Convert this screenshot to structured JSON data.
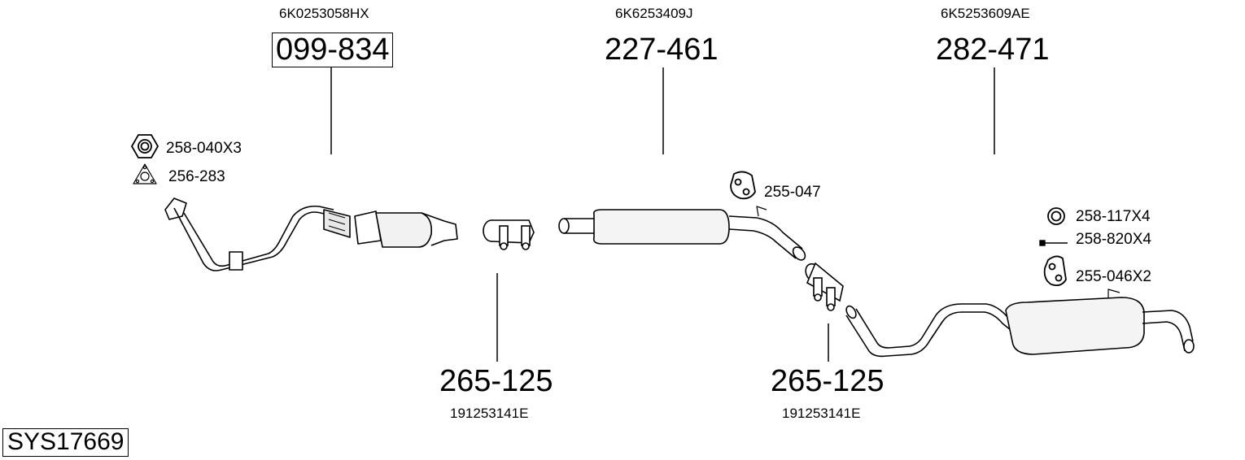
{
  "diagram": {
    "system_id": "SYS17669",
    "parts": [
      {
        "oem": "6K0253058HX",
        "part": "099-834",
        "boxed": true
      },
      {
        "oem": "6K6253409J",
        "part": "227-461",
        "boxed": false
      },
      {
        "oem": "6K5253609AE",
        "part": "282-471",
        "boxed": false
      },
      {
        "oem": "191253141E",
        "part": "265-125",
        "boxed": false
      },
      {
        "oem": "191253141E",
        "part": "265-125",
        "boxed": false
      }
    ],
    "accessories": [
      {
        "label": "258-040X3",
        "icon": "nut-icon"
      },
      {
        "label": "256-283",
        "icon": "gasket-icon"
      },
      {
        "label": "255-047",
        "icon": "rubber-hanger-icon"
      },
      {
        "label": "258-117X4",
        "icon": "washer-icon"
      },
      {
        "label": "258-820X4",
        "icon": "bolt-icon"
      },
      {
        "label": "255-046X2",
        "icon": "rubber-hanger-icon"
      }
    ]
  }
}
